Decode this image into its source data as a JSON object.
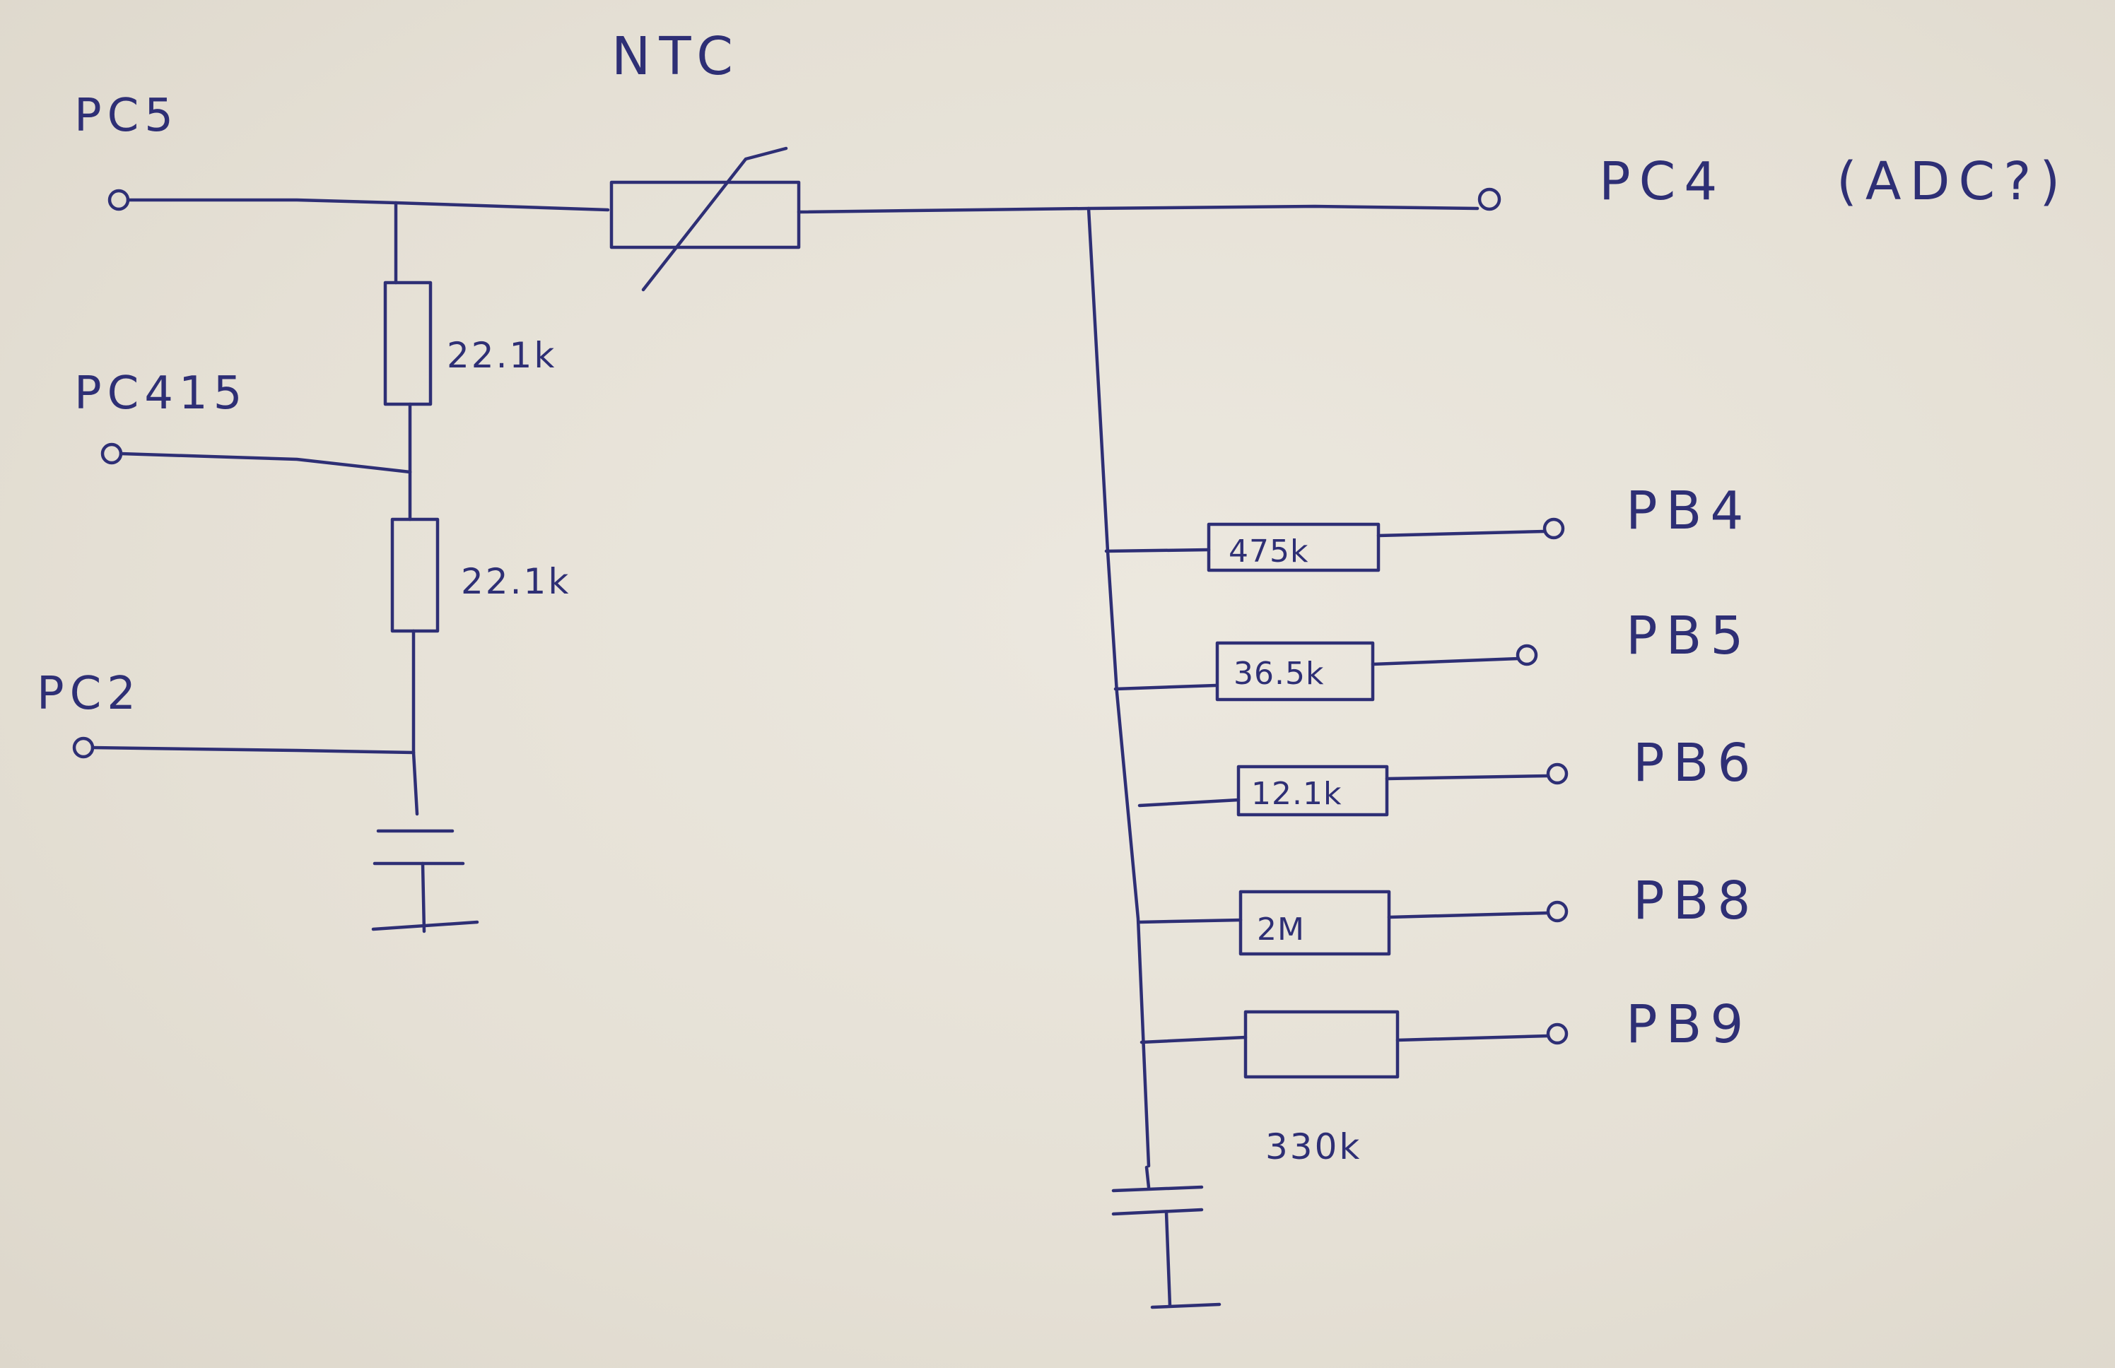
{
  "diagram": {
    "ntc_label": "NTC",
    "pins": {
      "pc5": "PC5",
      "pc415": "PC415",
      "pc2": "PC2",
      "pc4": "PC4",
      "pc4_note": "(ADC?)",
      "pb4": "PB4",
      "pb5": "PB5",
      "pb6": "PB6",
      "pb8": "PB8",
      "pb9": "PB9"
    },
    "resistors": {
      "r_top": "22.1k",
      "r_mid": "22.1k",
      "r_pb4": "475k",
      "r_pb5": "36.5k",
      "r_pb6": "12.1k",
      "r_pb8": "2M",
      "r_pb9": "330k"
    }
  },
  "colors": {
    "ink": "#2e2f75",
    "paper": "#e7e2d8"
  }
}
